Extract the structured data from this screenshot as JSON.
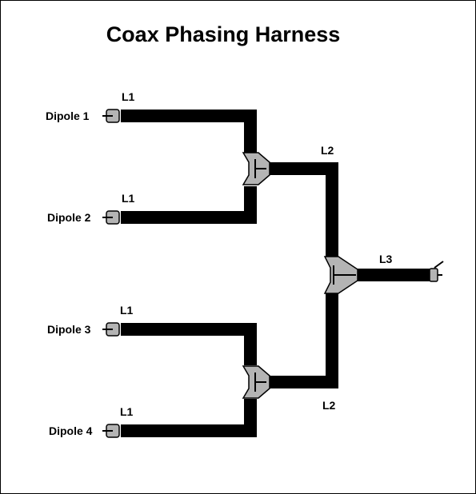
{
  "title": "Coax Phasing Harness",
  "dipoles": [
    {
      "label": "Dipole 1",
      "section": "L1"
    },
    {
      "label": "Dipole 2",
      "section": "L1"
    },
    {
      "label": "Dipole 3",
      "section": "L1"
    },
    {
      "label": "Dipole 4",
      "section": "L1"
    }
  ],
  "sections": {
    "upper_l2": "L2",
    "lower_l2": "L2",
    "feed_l3": "L3"
  },
  "colors": {
    "cable": "#000000",
    "connector": "#b4b4b4",
    "background": "#ffffff"
  }
}
